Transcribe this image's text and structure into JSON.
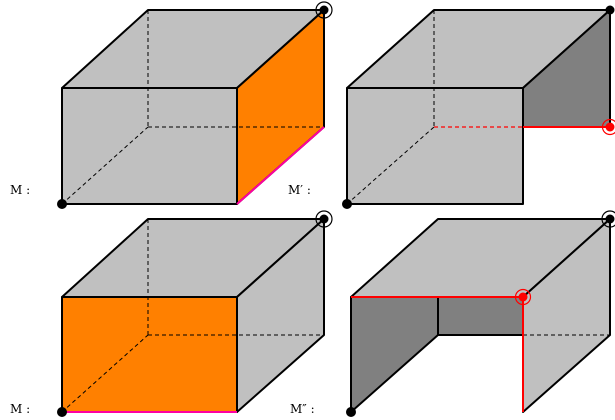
{
  "panels": [
    {
      "id": "top-left",
      "label": "M :"
    },
    {
      "id": "top-right",
      "label": "M′ :"
    },
    {
      "id": "bottom-left",
      "label": "M :"
    },
    {
      "id": "bottom-right",
      "label": "M″ :"
    }
  ],
  "colors": {
    "face_grey": "#c0c0c0",
    "face_dark": "#808080",
    "face_highlight": "#ff8000",
    "edge_highlight_red": "#ff0000",
    "edge_highlight_magenta": "#ff00a0"
  }
}
